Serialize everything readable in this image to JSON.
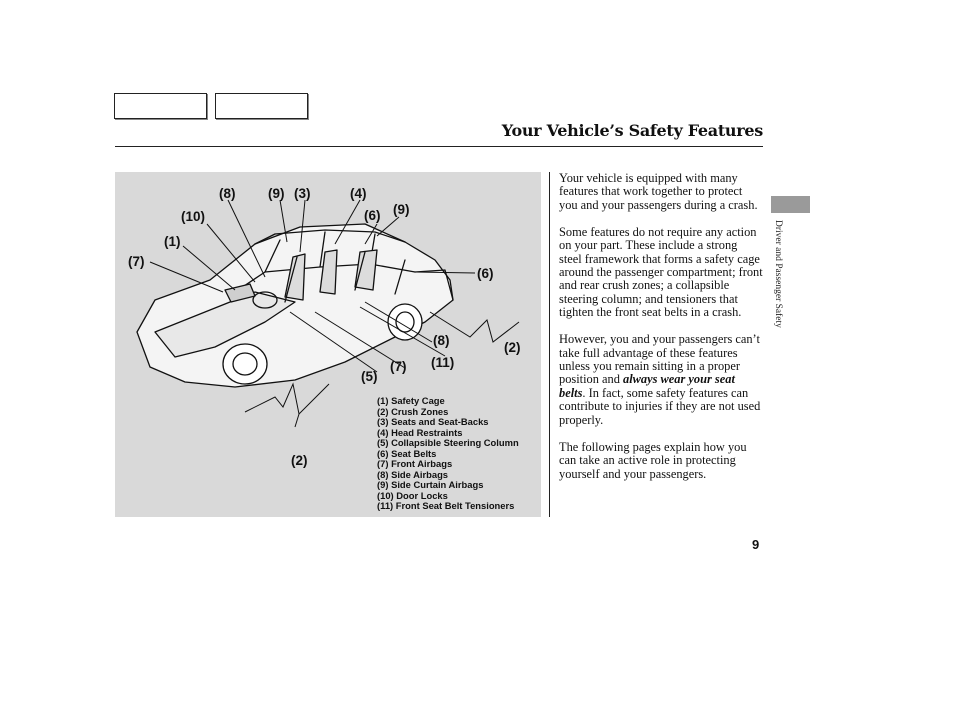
{
  "header": {
    "title": "Your Vehicle’s Safety Features"
  },
  "figure": {
    "callouts": [
      {
        "id": "c8a",
        "label": "(8)"
      },
      {
        "id": "c9a",
        "label": "(9)"
      },
      {
        "id": "c3",
        "label": "(3)"
      },
      {
        "id": "c4",
        "label": "(4)"
      },
      {
        "id": "c10",
        "label": "(10)"
      },
      {
        "id": "c6a",
        "label": "(6)"
      },
      {
        "id": "c9b",
        "label": "(9)"
      },
      {
        "id": "c1",
        "label": "(1)"
      },
      {
        "id": "c7a",
        "label": "(7)"
      },
      {
        "id": "c6b",
        "label": "(6)"
      },
      {
        "id": "c8b",
        "label": "(8)"
      },
      {
        "id": "c2a",
        "label": "(2)"
      },
      {
        "id": "c11",
        "label": "(11)"
      },
      {
        "id": "c7b",
        "label": "(7)"
      },
      {
        "id": "c5",
        "label": "(5)"
      },
      {
        "id": "c2b",
        "label": "(2)"
      }
    ],
    "legend": [
      "(1) Safety Cage",
      "(2) Crush Zones",
      "(3) Seats and Seat-Backs",
      "(4) Head Restraints",
      "(5) Collapsible Steering Column",
      "(6) Seat Belts",
      "(7) Front Airbags",
      "(8) Side Airbags",
      "(9) Side Curtain Airbags",
      "(10) Door Locks",
      "(11) Front Seat Belt Tensioners"
    ]
  },
  "body": {
    "p1": "Your vehicle is equipped with many features that work together to protect you and your passengers during a crash.",
    "p2": "Some features do not require any action on your part. These include a strong steel framework that forms a safety cage around the passenger compartment; front and rear crush zones; a collapsible steering column; and tensioners that tighten the front seat belts in a crash.",
    "p3_before": "However, you and your passengers can’t take full advantage of these features unless you remain sitting in a proper position and ",
    "p3_emphasis": "always wear your seat belts",
    "p3_after": ". In fact, some safety features can contribute to injuries if they are not used properly.",
    "p4": "The following pages explain how you can take an active role in protecting yourself and your passengers."
  },
  "side_tab": {
    "label": "Driver and Passenger Safety",
    "color": "#9a9a9a"
  },
  "footer": {
    "page_number": "9"
  }
}
